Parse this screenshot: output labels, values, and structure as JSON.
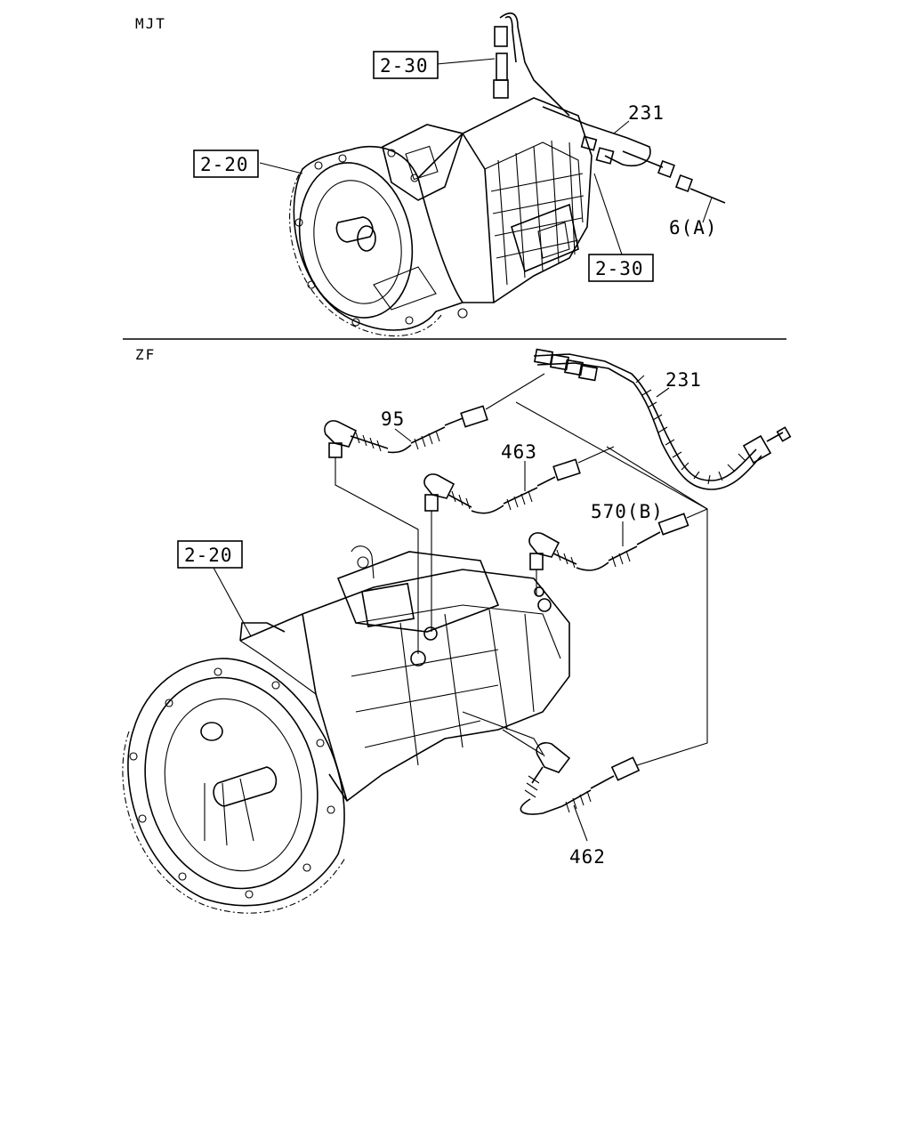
{
  "sections": {
    "top": {
      "title": "MJT"
    },
    "bottom": {
      "title": "ZF"
    }
  },
  "callouts": {
    "mjt": {
      "ref_2_30_upper": "2-30",
      "ref_2_20": "2-20",
      "ref_2_30_lower": "2-30",
      "part_231": "231",
      "part_6a": "6(A)"
    },
    "zf": {
      "ref_2_20": "2-20",
      "part_95": "95",
      "part_463": "463",
      "part_570b": "570(B)",
      "part_231": "231",
      "part_462": "462"
    }
  },
  "colors": {
    "line": "#000000",
    "background": "#ffffff"
  }
}
